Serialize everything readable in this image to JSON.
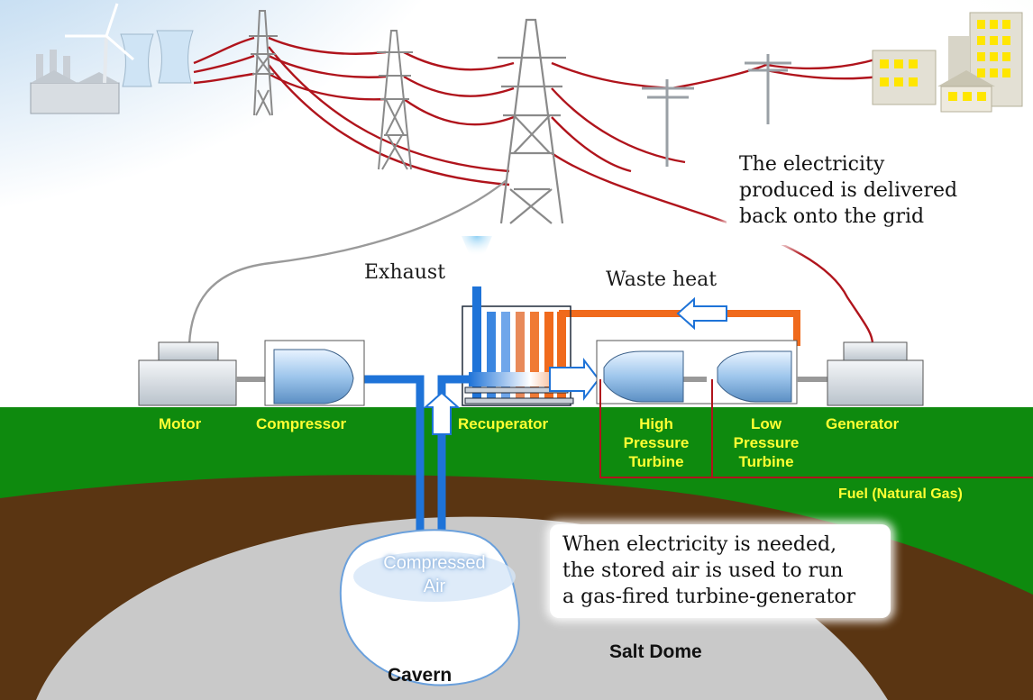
{
  "colors": {
    "sky": "#9cc6ea",
    "grass": "#0e8a0e",
    "soil": "#5a3512",
    "salt": "#c9c9c9",
    "wire": "#b0141c",
    "air_pipe": "#1e73d8",
    "hot_pipe": "#f06a1c",
    "label": "#ffff33"
  },
  "icons": [
    "power-plant-icon",
    "wind-turbine-icon",
    "transmission-tower-icon",
    "utility-pole-icon",
    "city-buildings-icon"
  ],
  "labels": {
    "motor": "Motor",
    "compressor": "Compressor",
    "recuperator": "Recuperator",
    "hp_turbine": [
      "High",
      "Pressure",
      "Turbine"
    ],
    "lp_turbine": [
      "Low",
      "Pressure",
      "Turbine"
    ],
    "generator": "Generator",
    "fuel": "Fuel (Natural Gas)",
    "exhaust": "Exhaust",
    "waste_heat": "Waste heat",
    "compressed_air": [
      "Compressed",
      "Air"
    ],
    "cavern": "Cavern",
    "salt_dome": "Salt Dome"
  },
  "notes": {
    "grid": [
      "The electricity",
      "produced is delivered",
      "back onto the grid"
    ],
    "needed": [
      "When electricity is needed,",
      "the stored air is used to run",
      "a gas-fired turbine-generator"
    ]
  }
}
